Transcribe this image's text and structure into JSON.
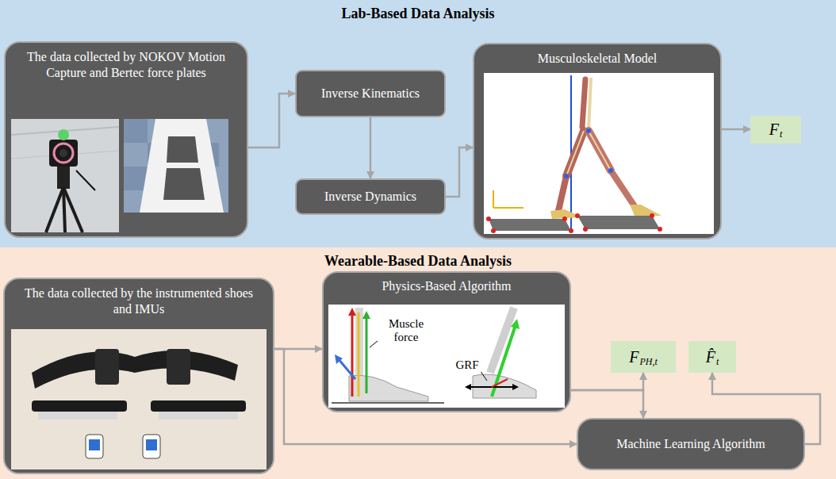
{
  "diagram": {
    "nodes": [
      {
        "text": [
          "Lab-Based Data Analysis"
        ]
      },
      {
        "text": [
          "The data collected by NOKOV Motion Capture and Bertec force plates"
        ],
        "in": 0
      },
      {
        "text": [
          "Inverse Kinematics"
        ],
        "in": 0
      },
      {
        "text": [
          "Inverse Dynamics"
        ],
        "in": 0
      },
      {
        "text": [
          "Musculoskeletal Model"
        ],
        "in": 0
      },
      {
        "text": [
          "F",
          "t"
        ],
        "in": 0
      },
      {
        "text": [
          "Wearable-Based Data Analysis"
        ]
      },
      {
        "text": [
          "The data collected by the instrumented shoes and IMUs"
        ],
        "in": 6
      },
      {
        "text": [
          "Physics-Based Algorithm",
          "Muscle force",
          "GRF"
        ],
        "in": 6
      },
      {
        "text": [
          "F",
          "PH,t"
        ],
        "in": 6
      },
      {
        "text": [
          "F̂",
          "t"
        ],
        "in": 6
      },
      {
        "text": [
          "Machine Learning Algorithm"
        ],
        "in": 6
      }
    ],
    "edges": [
      {
        "from": 1,
        "to": 2,
        "arrow": "to"
      },
      {
        "from": 2,
        "to": 3,
        "arrow": "to"
      },
      {
        "from": 3,
        "to": 4,
        "arrow": "to"
      },
      {
        "from": 4,
        "to": 5,
        "arrow": "to"
      },
      {
        "from": 7,
        "to": 8,
        "arrow": "to"
      },
      {
        "from": 7,
        "to": 11,
        "arrow": "to"
      },
      {
        "from": 8,
        "to": 9,
        "arrow": "to"
      },
      {
        "from": 8,
        "to": 11,
        "arrow": "to"
      },
      {
        "from": 11,
        "to": 10,
        "arrow": "to"
      }
    ]
  }
}
